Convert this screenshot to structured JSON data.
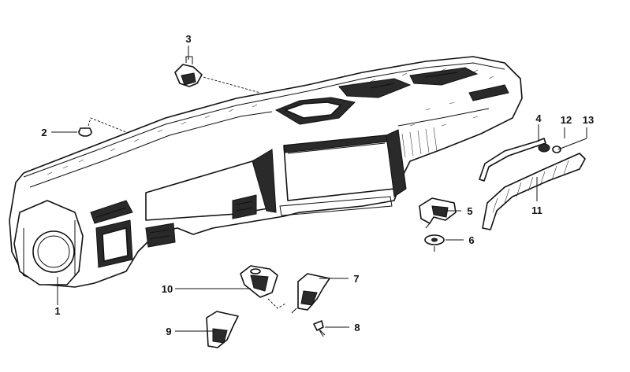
{
  "parts": [
    {
      "id": "p1",
      "number": "1"
    },
    {
      "id": "p2",
      "number": "2"
    },
    {
      "id": "p3",
      "number": "3"
    },
    {
      "id": "p4",
      "number": "4"
    },
    {
      "id": "p5",
      "number": "5"
    },
    {
      "id": "p6",
      "number": "6"
    },
    {
      "id": "p7",
      "number": "7"
    },
    {
      "id": "p8",
      "number": "8"
    },
    {
      "id": "p9",
      "number": "9"
    },
    {
      "id": "p10",
      "number": "10"
    },
    {
      "id": "p11",
      "number": "11"
    },
    {
      "id": "p12",
      "number": "12"
    },
    {
      "id": "p13",
      "number": "13"
    }
  ]
}
